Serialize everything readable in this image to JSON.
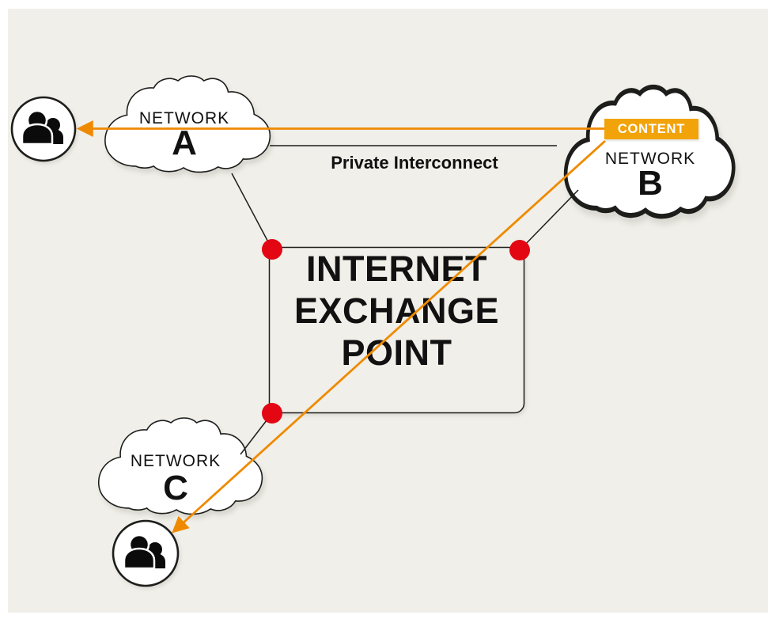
{
  "colors": {
    "page": "#ffffff",
    "background": "#f0efe9",
    "arrow_orange": "#ef8a00",
    "badge_orange": "#f2a30a",
    "dot_red": "#e30613",
    "line_black": "#1d1d1b",
    "text_black": "#111111",
    "badge_text": "#ffffff"
  },
  "ixp": {
    "line1": "INTERNET",
    "line2": "EXCHANGE",
    "line3": "POINT"
  },
  "networks": {
    "a": {
      "label": "NETWORK",
      "letter": "A"
    },
    "b": {
      "label": "NETWORK",
      "letter": "B"
    },
    "c": {
      "label": "NETWORK",
      "letter": "C"
    }
  },
  "badge": {
    "label": "CONTENT"
  },
  "labels": {
    "private_interconnect": "Private Interconnect"
  },
  "icons": {
    "users_a": "users-icon",
    "users_c": "users-icon",
    "arrow_to_a": "orange-arrow-icon",
    "arrow_to_c": "orange-arrow-icon"
  }
}
